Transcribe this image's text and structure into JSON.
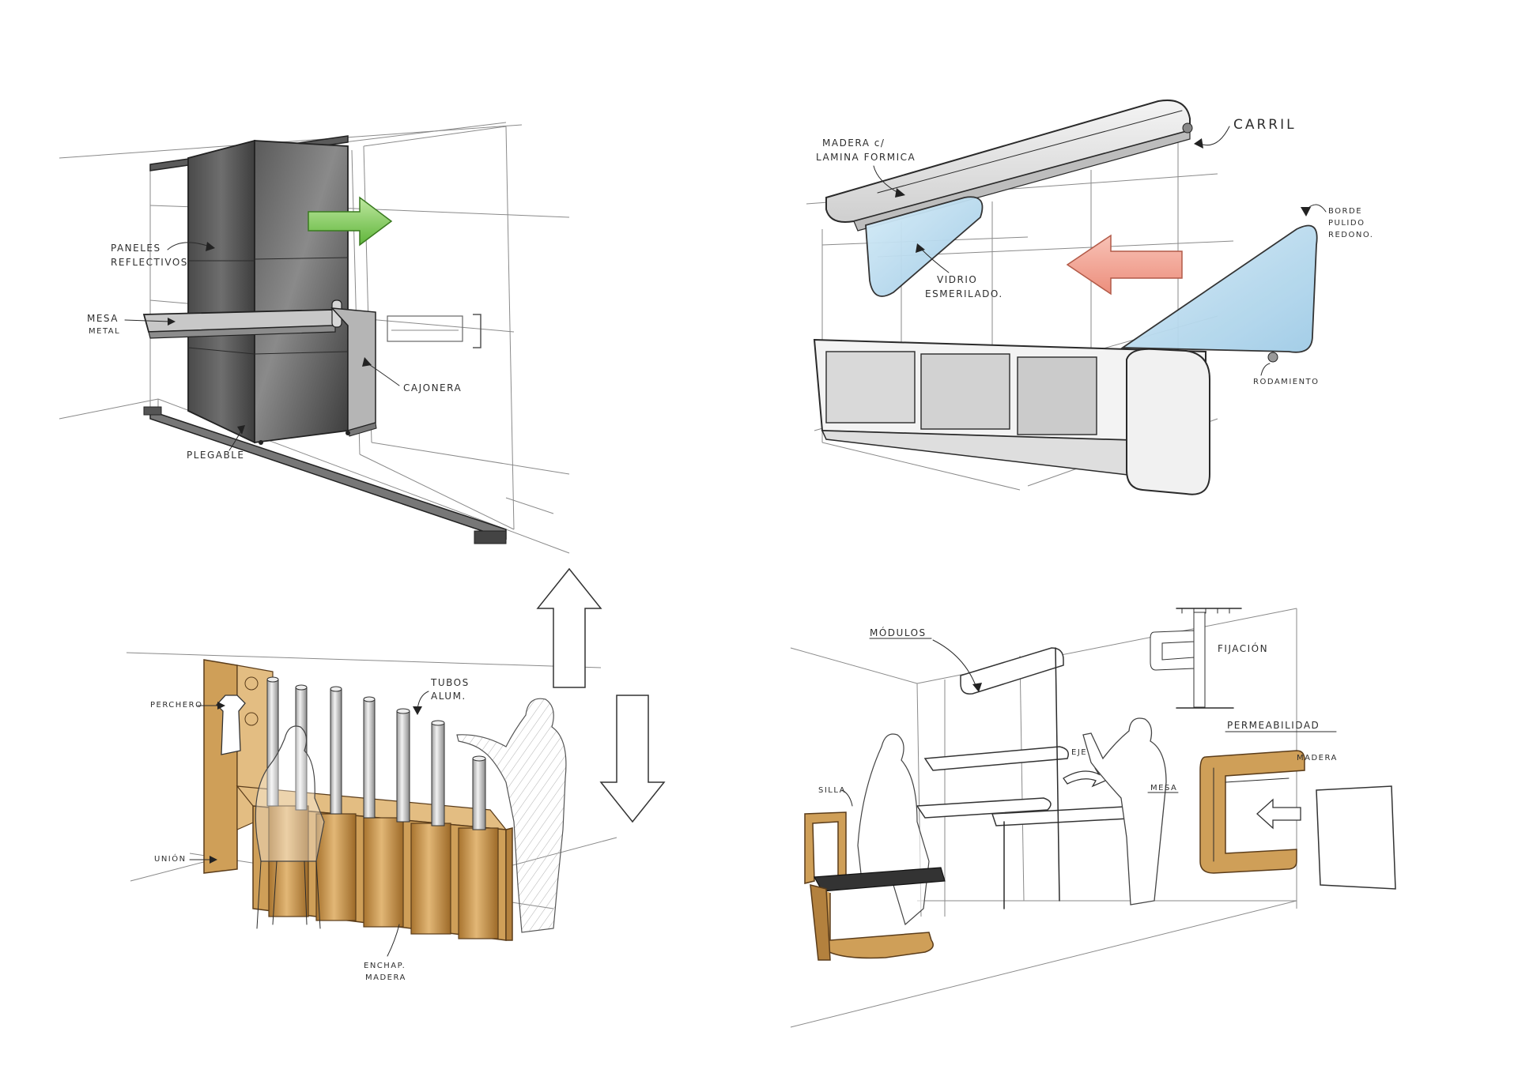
{
  "sketch1": {
    "labels": {
      "panels": [
        "PANELES",
        "REFLECTIVOS"
      ],
      "table": [
        "MESA",
        "METAL"
      ],
      "drawer": "CAJONERA",
      "folding": "PLEGABLE"
    },
    "arrow_color": "#7ec850"
  },
  "sketch2": {
    "labels": {
      "wood": [
        "MADERA c/",
        "LAMINA FORMICA"
      ],
      "rail": "CARRIL",
      "edge": [
        "BORDE",
        "PULIDO",
        "REDONO."
      ],
      "glass": [
        "VIDRIO",
        "ESMERILADO."
      ],
      "bearing": "RODAMIENTO"
    },
    "arrow_color": "#f0a393",
    "glass_color": "#bcdcf0"
  },
  "sketch3": {
    "labels": {
      "hanger": "PERCHERO",
      "tubes": [
        "TUBOS",
        "ALUM."
      ],
      "joint": "UNIÓN",
      "veneer": [
        "ENCHAP.",
        "MADERA"
      ]
    },
    "wood_color": "#cf9f58"
  },
  "sketch4": {
    "labels": {
      "modules": "MÓDULOS",
      "fixing": "FIJACIÓN",
      "permeability": "PERMEABILIDAD",
      "axis": "EJE",
      "table": "MESA",
      "chair": "SILLA",
      "wood": "MADERA"
    },
    "wood_color": "#cf9f58"
  }
}
